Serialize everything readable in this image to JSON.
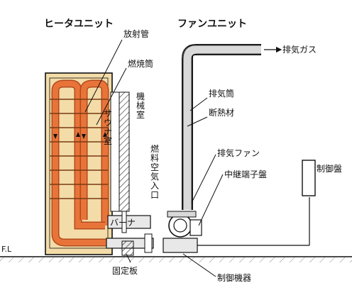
{
  "titles": {
    "heater_unit": "ヒータユニット",
    "fan_unit": "ファンユニット"
  },
  "labels": {
    "radiant_tube": "放射管",
    "combustion_tube": "燃焼筒",
    "exhaust_gas": "排気ガス",
    "exhaust_tube": "排気筒",
    "insulation": "断熱材",
    "machine_room": "機械室",
    "sauna_room": "サウナ室",
    "exhaust_fan": "排気ファン",
    "relay_terminal_board": "中継端子盤",
    "control_panel": "制御盤",
    "fuel_air_inlet": "燃料空気入口",
    "burner": "バーナ",
    "fixing_plate": "固定板",
    "control_device": "制御機器",
    "floor_level": "F.L"
  },
  "colors": {
    "heater_fill": "#f3dca8",
    "tube_fill": "#e8743a",
    "tube_stroke": "#b24a1c",
    "line": "#1a1a1a",
    "duct_fill": "#d9d9d9"
  }
}
